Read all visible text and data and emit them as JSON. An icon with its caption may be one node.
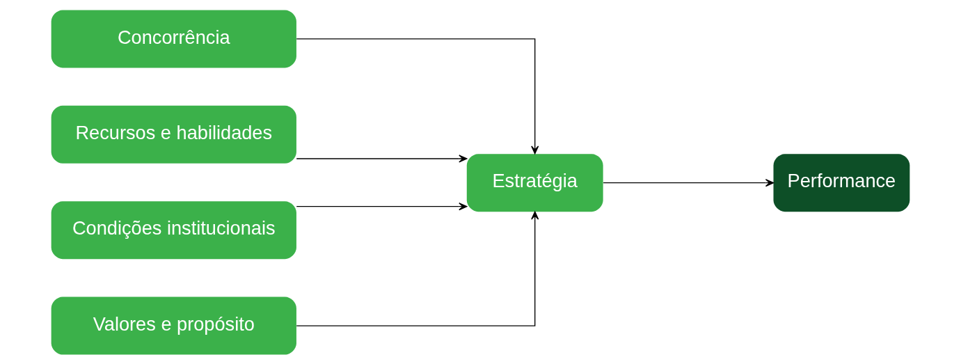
{
  "diagram": {
    "nodes": [
      {
        "text": [
          "Concorrência"
        ]
      },
      {
        "text": [
          "Recursos e habilidades"
        ]
      },
      {
        "text": [
          "Condições institucionais"
        ]
      },
      {
        "text": [
          "Valores e propósito"
        ]
      },
      {
        "text": [
          "Estratégia"
        ]
      },
      {
        "text": [
          "Performance"
        ]
      }
    ],
    "edges": [
      {
        "from": 0,
        "to": 4,
        "arrow": "to"
      },
      {
        "from": 1,
        "to": 4,
        "arrow": "to"
      },
      {
        "from": 2,
        "to": 4,
        "arrow": "to"
      },
      {
        "from": 3,
        "to": 4,
        "arrow": "to"
      },
      {
        "from": 4,
        "to": 5,
        "arrow": "to"
      }
    ]
  }
}
